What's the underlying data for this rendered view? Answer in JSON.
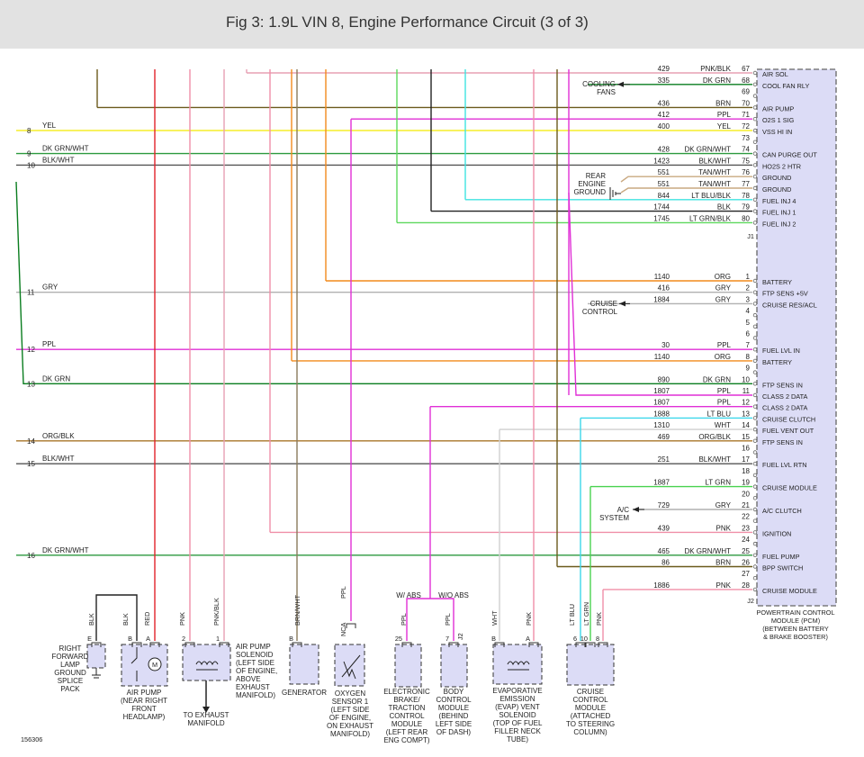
{
  "header": {
    "title": "Fig 3: 1.9L VIN 8, Engine Performance Circuit (3 of 3)"
  },
  "colors": {
    "PNK/BLK": "#e7a0b3",
    "DK GRN": "#0a7d1f",
    "BRN": "#6b5a1c",
    "PPL": "#e02fd6",
    "YEL": "#f5ee2a",
    "DK GRN/WHT": "#2c9a3f",
    "BLK/WHT": "#555555",
    "TAN/WHT": "#c9a981",
    "LT BLU/BLK": "#3fe3e0",
    "BLK": "#222222",
    "LT GRN/BLK": "#5cd85c",
    "ORG": "#f28a1c",
    "GRY": "#b0b0b0",
    "LT BLU": "#3cd7ea",
    "WHT": "#cfcfcf",
    "ORG/BLK": "#a8762a",
    "LT GRN": "#49d24f",
    "PNK": "#f08fa8",
    "RED": "#e0222b",
    "BRN/WHT": "#8a7b5c",
    "module": "#dcdcf6"
  },
  "pcm": {
    "top_pins": [
      {
        "wire": "429",
        "color": "PNK/BLK",
        "pin": "67",
        "function": "AIR SOL"
      },
      {
        "wire": "335",
        "color": "DK GRN",
        "pin": "68",
        "function": "COOL FAN RLY"
      },
      {
        "wire": "",
        "color": "",
        "pin": "69",
        "function": ""
      },
      {
        "wire": "436",
        "color": "BRN",
        "pin": "70",
        "function": "AIR PUMP"
      },
      {
        "wire": "412",
        "color": "PPL",
        "pin": "71",
        "function": "O2S 1 SIG"
      },
      {
        "wire": "400",
        "color": "YEL",
        "pin": "72",
        "function": "VSS HI IN"
      },
      {
        "wire": "",
        "color": "",
        "pin": "73",
        "function": ""
      },
      {
        "wire": "428",
        "color": "DK GRN/WHT",
        "pin": "74",
        "function": "CAN PURGE OUT"
      },
      {
        "wire": "1423",
        "color": "BLK/WHT",
        "pin": "75",
        "function": "HO2S 2 HTR"
      },
      {
        "wire": "551",
        "color": "TAN/WHT",
        "pin": "76",
        "function": "GROUND"
      },
      {
        "wire": "551",
        "color": "TAN/WHT",
        "pin": "77",
        "function": "GROUND"
      },
      {
        "wire": "844",
        "color": "LT BLU/BLK",
        "pin": "78",
        "function": "FUEL INJ 4"
      },
      {
        "wire": "1744",
        "color": "BLK",
        "pin": "79",
        "function": "FUEL INJ 1"
      },
      {
        "wire": "1745",
        "color": "LT GRN/BLK",
        "pin": "80",
        "function": "FUEL INJ 2"
      }
    ],
    "connector_j1": "J1",
    "bottom_pins": [
      {
        "wire": "1140",
        "color": "ORG",
        "pin": "1",
        "function": "BATTERY"
      },
      {
        "wire": "416",
        "color": "GRY",
        "pin": "2",
        "function": "FTP SENS +5V"
      },
      {
        "wire": "1884",
        "color": "GRY",
        "pin": "3",
        "function": "CRUISE RES/ACL"
      },
      {
        "wire": "",
        "color": "",
        "pin": "4",
        "function": ""
      },
      {
        "wire": "",
        "color": "",
        "pin": "5",
        "function": ""
      },
      {
        "wire": "",
        "color": "",
        "pin": "6",
        "function": ""
      },
      {
        "wire": "30",
        "color": "PPL",
        "pin": "7",
        "function": "FUEL LVL IN"
      },
      {
        "wire": "1140",
        "color": "ORG",
        "pin": "8",
        "function": "BATTERY"
      },
      {
        "wire": "",
        "color": "",
        "pin": "9",
        "function": ""
      },
      {
        "wire": "890",
        "color": "DK GRN",
        "pin": "10",
        "function": "FTP SENS IN"
      },
      {
        "wire": "1807",
        "color": "PPL",
        "pin": "11",
        "function": "CLASS 2 DATA"
      },
      {
        "wire": "1807",
        "color": "PPL",
        "pin": "12",
        "function": "CLASS 2 DATA"
      },
      {
        "wire": "1888",
        "color": "LT BLU",
        "pin": "13",
        "function": "CRUISE CLUTCH"
      },
      {
        "wire": "1310",
        "color": "WHT",
        "pin": "14",
        "function": "FUEL VENT OUT"
      },
      {
        "wire": "469",
        "color": "ORG/BLK",
        "pin": "15",
        "function": "FTP SENS IN"
      },
      {
        "wire": "",
        "color": "",
        "pin": "16",
        "function": ""
      },
      {
        "wire": "251",
        "color": "BLK/WHT",
        "pin": "17",
        "function": "FUEL LVL RTN"
      },
      {
        "wire": "",
        "color": "",
        "pin": "18",
        "function": ""
      },
      {
        "wire": "1887",
        "color": "LT GRN",
        "pin": "19",
        "function": "CRUISE MODULE"
      },
      {
        "wire": "",
        "color": "",
        "pin": "20",
        "function": ""
      },
      {
        "wire": "729",
        "color": "GRY",
        "pin": "21",
        "function": "A/C CLUTCH"
      },
      {
        "wire": "",
        "color": "",
        "pin": "22",
        "function": ""
      },
      {
        "wire": "439",
        "color": "PNK",
        "pin": "23",
        "function": "IGNITION"
      },
      {
        "wire": "",
        "color": "",
        "pin": "24",
        "function": ""
      },
      {
        "wire": "465",
        "color": "DK GRN/WHT",
        "pin": "25",
        "function": "FUEL PUMP"
      },
      {
        "wire": "86",
        "color": "BRN",
        "pin": "26",
        "function": "BPP SWITCH"
      },
      {
        "wire": "",
        "color": "",
        "pin": "27",
        "function": ""
      },
      {
        "wire": "1886",
        "color": "PNK",
        "pin": "28",
        "function": "CRUISE MODULE"
      }
    ],
    "connector_j2": "J2",
    "label": [
      "POWERTRAIN CONTROL",
      "MODULE (PCM)",
      "(BETWEEN BATTERY",
      "& BRAKE BOOSTER)"
    ]
  },
  "offsheet": [
    {
      "num": "8",
      "color_label": "YEL"
    },
    {
      "num": "9",
      "color_label": "DK GRN/WHT"
    },
    {
      "num": "10",
      "color_label": "BLK/WHT"
    },
    {
      "num": "11",
      "color_label": "GRY"
    },
    {
      "num": "12",
      "color_label": "PPL"
    },
    {
      "num": "13",
      "color_label": "DK GRN"
    },
    {
      "num": "14",
      "color_label": "ORG/BLK"
    },
    {
      "num": "15",
      "color_label": "BLK/WHT"
    },
    {
      "num": "16",
      "color_label": "DK GRN/WHT"
    }
  ],
  "arrows": {
    "cooling_fans": [
      "COOLING",
      "FANS"
    ],
    "rear_ground": [
      "REAR",
      "ENGINE",
      "GROUND"
    ],
    "cruise_control": [
      "CRUISE",
      "CONTROL"
    ],
    "ac_system": [
      "A/C",
      "SYSTEM"
    ]
  },
  "abs_labels": {
    "w_abs": "W/ ABS",
    "wo_abs": "W/O ABS"
  },
  "components": {
    "splice": {
      "label": [
        "RIGHT",
        "FORWARD",
        "LAMP",
        "GROUND",
        "SPLICE",
        "PACK"
      ],
      "pin": "E",
      "wire": "BLK"
    },
    "air_pump": {
      "label": [
        "AIR PUMP",
        "(NEAR RIGHT",
        "FRONT",
        "HEADLAMP)"
      ],
      "pins": [
        "B",
        "A"
      ],
      "wires": [
        "BLK",
        "RED"
      ],
      "symbol": "M"
    },
    "air_pump_solenoid": {
      "label": [
        "AIR PUMP",
        "SOLENOID",
        "(LEFT SIDE",
        "OF ENGINE,",
        "ABOVE",
        "EXHAUST",
        "MANIFOLD)"
      ],
      "pins": [
        "2",
        "1"
      ],
      "wires": [
        "PNK",
        "PNK/BLK"
      ],
      "exhaust": [
        "TO EXHAUST",
        "MANIFOLD"
      ]
    },
    "generator": {
      "label": [
        "GENERATOR"
      ],
      "pin": "B",
      "wire": "BRN/WHT"
    },
    "o2_sensor": {
      "label": [
        "OXYGEN",
        "SENSOR 1",
        "(LEFT SIDE",
        "OF ENGINE,",
        "ON EXHAUST",
        "MANIFOLD)"
      ],
      "pin": "NCA",
      "wire": "PPL"
    },
    "ebtcm": {
      "label": [
        "ELECTRONIC",
        "BRAKE/",
        "TRACTION",
        "CONTROL",
        "MODULE",
        "(LEFT REAR",
        "ENG COMPT)"
      ],
      "pin": "25",
      "wire": "PPL"
    },
    "bcm": {
      "label": [
        "BODY",
        "CONTROL",
        "MODULE",
        "(BEHIND",
        "LEFT SIDE",
        "OF DASH)"
      ],
      "pins": [
        "7",
        "J2"
      ],
      "wire": "PPL"
    },
    "evap": {
      "label": [
        "EVAPORATIVE",
        "EMISSION",
        "(EVAP) VENT",
        "SOLENOID",
        "(TOP OF FUEL",
        "FILLER NECK",
        "TUBE)"
      ],
      "pins": [
        "B",
        "A"
      ],
      "wires": [
        "WHT",
        "PNK"
      ]
    },
    "cruise_module": {
      "label": [
        "CRUISE",
        "CONTROL",
        "MODULE",
        "(ATTACHED",
        "TO STEERING",
        "COLUMN)"
      ],
      "pins": [
        "6",
        "10",
        "8"
      ],
      "wires": [
        "LT BLU",
        "LT GRN",
        "PNK"
      ]
    }
  },
  "figure_id": "156306"
}
